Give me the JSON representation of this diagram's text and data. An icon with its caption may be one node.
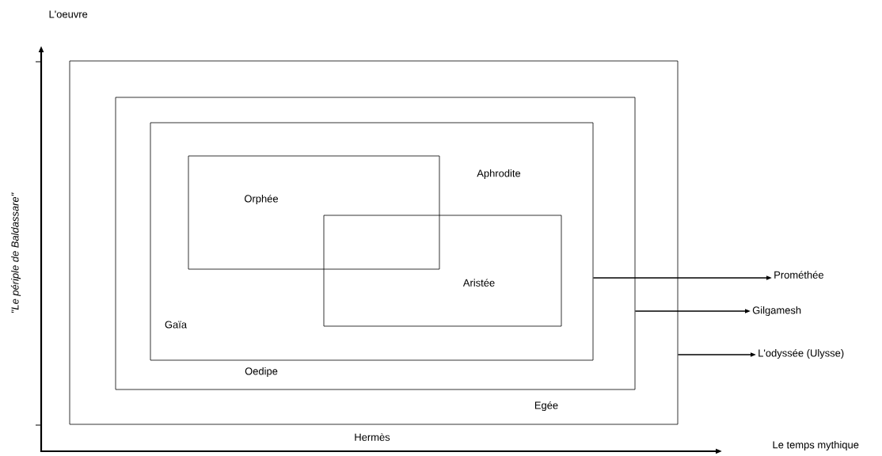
{
  "diagram": {
    "nodes": [
      {
        "text": [
          "Egée"
        ]
      },
      {
        "text": [
          "Oedipe"
        ],
        "in": 0
      },
      {
        "text": [
          "Aphrodite",
          "Gaïa"
        ],
        "in": 1
      },
      {
        "text": [
          "Orphée"
        ],
        "in": 2
      },
      {
        "text": [
          "Aristée"
        ],
        "in": 2
      },
      {
        "text": [
          "Prométhée"
        ]
      },
      {
        "text": [
          "Gilgamesh"
        ]
      },
      {
        "text": [
          "L'odyssée (Ulysse)"
        ]
      }
    ],
    "edges": [
      {
        "from": 2,
        "to": 5,
        "arrow": "to"
      },
      {
        "from": 1,
        "to": 6,
        "arrow": "to"
      },
      {
        "from": 0,
        "to": 7,
        "arrow": "to"
      }
    ],
    "labels": [
      "L'oeuvre",
      "\"Le périple de Baldassare\"",
      "Hermès",
      "Le temps mythique"
    ]
  }
}
